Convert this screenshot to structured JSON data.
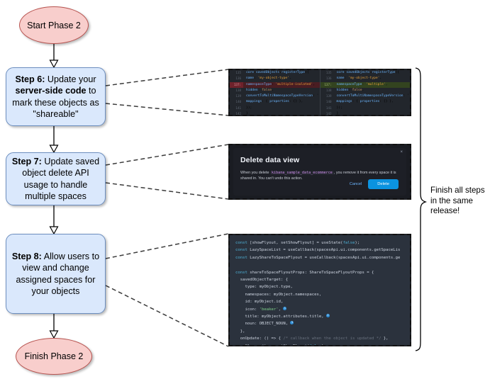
{
  "flowchart": {
    "start": {
      "label": "Start Phase 2"
    },
    "finish": {
      "label": "Finish Phase 2"
    },
    "steps": [
      {
        "id": "step-6",
        "label_bold": "Step 6:",
        "label_rest": " Update your ",
        "label_bold2": "server-side code",
        "label_rest2": " to mark these objects as \"shareable\""
      },
      {
        "id": "step-7",
        "label_bold": "Step 7:",
        "label_rest": " Update saved object delete API usage to handle multiple spaces"
      },
      {
        "id": "step-8",
        "label_bold": "Step 8:",
        "label_rest": " Allow users to view and change assigned spaces for your objects"
      }
    ]
  },
  "note": {
    "text": "Finish all steps in the same release!"
  },
  "screenshots": {
    "diff": {
      "name": "saved-objects-register-type-diff",
      "left": {
        "lines": [
          {
            "n": "135",
            "code": "core.savedObjects.registerType({",
            "type": "ctx"
          },
          {
            "n": "136",
            "code": "  name: 'my-object-type',",
            "type": "ctx"
          },
          {
            "n": "137",
            "code": "  namespaceType: 'multiple-isolated',",
            "type": "del"
          },
          {
            "n": "138",
            "code": "  hidden: false,",
            "type": "ctx"
          },
          {
            "n": "139",
            "code": "  convertToMultiNamespaceTypeVersion: '",
            "type": "ctx"
          },
          {
            "n": "140",
            "code": "  mappings: { properties: {} },",
            "type": "ctx"
          },
          {
            "n": "141",
            "code": "});",
            "type": "ctx"
          },
          {
            "n": "142",
            "code": "}",
            "type": "ctx"
          }
        ]
      },
      "right": {
        "lines": [
          {
            "n": "135",
            "code": "core.savedObjects.registerType({",
            "type": "ctx"
          },
          {
            "n": "136",
            "code": "  name: 'my-object-type',",
            "type": "ctx"
          },
          {
            "n": "137",
            "code": "  namespaceType: 'multiple',",
            "type": "add"
          },
          {
            "n": "138",
            "code": "  hidden: false,",
            "type": "ctx"
          },
          {
            "n": "139",
            "code": "  convertToMultiNamespaceTypeVersion: '",
            "type": "ctx"
          },
          {
            "n": "140",
            "code": "  mappings: { properties: {} },",
            "type": "ctx"
          },
          {
            "n": "141",
            "code": "});",
            "type": "ctx"
          },
          {
            "n": "142",
            "code": "}",
            "type": "ctx"
          }
        ]
      }
    },
    "modal": {
      "name": "delete-data-view-modal",
      "title": "Delete data view",
      "body_prefix": "When you delete ",
      "body_code": "kibana_sample_data_ecommerce",
      "body_suffix": ", you remove it from every space it is shared in. You can't undo this action.",
      "cancel_label": "Cancel",
      "delete_label": "Delete",
      "close_label": "×",
      "delete_button_color": "#0b93e0"
    },
    "flyout_code": {
      "name": "share-to-space-flyout-code",
      "lines": [
        "const [showFlyout, setShowFlyout] = useState(false);",
        "const LazySpaceList = useCallback(spacesApi.ui.components.getSpaceLis",
        "const LazyShareToSpaceFlyout = useCallback(spacesApi.ui.components.ge",
        "",
        "const shareToSpaceFlyoutProps: ShareToSpaceFlyoutProps = {",
        "  savedObjectTarget: {",
        "    type: myObject.type,",
        "    namespaces: myObject.namespaces,",
        "    id: myObject.id,",
        "    icon: 'beaker',",
        "    title: myObject.attributes.title,",
        "    noun: OBJECT_NOUN,",
        "  },",
        "  onUpdate: () => { /* callback when the object is updated */ },",
        "  onClose: () => setShowFlyout(false),",
        "};"
      ],
      "annotations": [
        "1",
        "2",
        "3"
      ]
    }
  },
  "colors": {
    "process_fill": "#dae8fc",
    "process_stroke": "#6c8ebf",
    "terminator_fill": "#f8cecc",
    "terminator_stroke": "#b85450",
    "connector": "#000000"
  }
}
